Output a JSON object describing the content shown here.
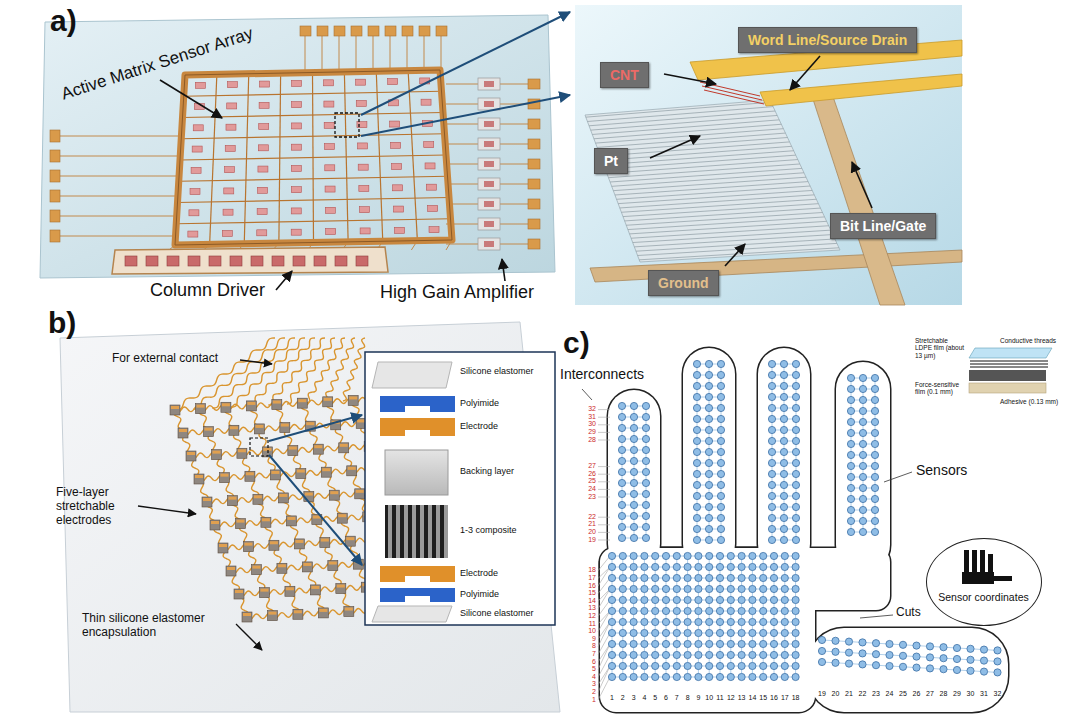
{
  "diagram": {
    "nodes": [
      {
        "text": [
          "Word Line/Source Drain"
        ]
      },
      {
        "text": [
          "CNT"
        ]
      },
      {
        "text": [
          "Pt"
        ]
      },
      {
        "text": [
          "Bit Line/Gate"
        ]
      },
      {
        "text": [
          "Ground"
        ]
      },
      {
        "text": [
          "Sensor coordinates"
        ]
      }
    ],
    "labels": [
      "a)",
      "b)",
      "c)",
      "Active Matrix Sensor Array",
      "Column Driver",
      "High Gain Amplifier",
      "For external contact",
      "Five-layer stretchable electrodes",
      "Thin silicone elastomer encapsulation",
      "Silicone elastomer",
      "Polyimide",
      "Electrode",
      "Backing layer",
      "1-3 composite",
      "Electrode",
      "Polyimide",
      "Silicone elastomer",
      "Interconnects",
      "Sensors",
      "Cuts",
      "Stretchable LDPE film (about 13 µm)",
      "Conductive threads",
      "Force-sensitive film (0.1 mm)",
      "Adhesive (0.13 mm)",
      "1",
      "2",
      "3",
      "4",
      "5",
      "6",
      "7",
      "8",
      "9",
      "10",
      "11",
      "12",
      "13",
      "14",
      "15",
      "16",
      "17",
      "18",
      "19",
      "20",
      "21",
      "22",
      "23",
      "24",
      "25",
      "26",
      "27",
      "28",
      "29",
      "30",
      "31",
      "32",
      "1",
      "2",
      "3",
      "4",
      "5",
      "6",
      "7",
      "8",
      "9",
      "10",
      "11",
      "12",
      "13",
      "14",
      "15",
      "16",
      "17",
      "18",
      "19",
      "20",
      "21",
      "22",
      "23",
      "24",
      "25",
      "26",
      "27",
      "28",
      "29",
      "30",
      "31",
      "32"
    ]
  }
}
